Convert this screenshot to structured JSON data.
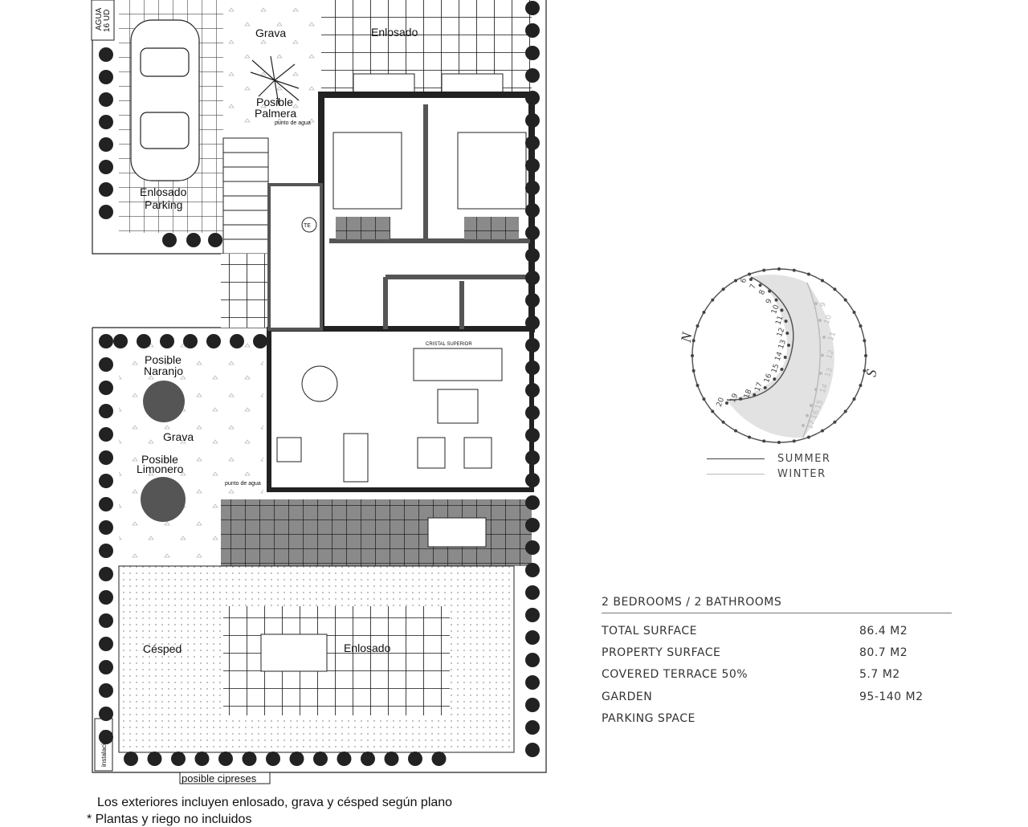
{
  "plan": {
    "labels": {
      "agua": "AGUA",
      "agua_units": "16 UD",
      "grava_top": "Grava",
      "enlosado_top": "Enlosado",
      "palm_1": "Posible",
      "palm_2": "Palmera",
      "punto_agua": "punto de agua",
      "parking_1": "Enlosado",
      "parking_2": "Parking",
      "te": "TE",
      "naranjo_1": "Posible",
      "naranjo_2": "Naranjo",
      "grava_left": "Grava",
      "limonero_1": "Posible",
      "limonero_2": "Limonero",
      "punto_agua_left": "punto de agua",
      "cristal": "CRISTAL SUPERIOR",
      "cesped": "Césped",
      "enlosado_bottom": "Enlosado",
      "instalaciones": "instalaciones",
      "cipreses": "posible cipreses"
    },
    "notes": [
      "Los exteriores incluyen enlosado, grava y césped según plano",
      "* Plantas y riego no incluidos"
    ]
  },
  "sun_diagram": {
    "north": "N",
    "south": "S",
    "summer_hours": [
      "6",
      "7",
      "8",
      "9",
      "10",
      "11",
      "12",
      "13",
      "14",
      "15",
      "16",
      "17",
      "18",
      "19",
      "20"
    ],
    "winter_hours": [
      "9",
      "10",
      "11",
      "12",
      "13",
      "14",
      "15",
      "16",
      "17"
    ],
    "legend": [
      {
        "label": "SUMMER",
        "color": "#444444"
      },
      {
        "label": "WINTER",
        "color": "#bbbbbb"
      }
    ]
  },
  "info": {
    "title": "2 BEDROOMS / 2 BATHROOMS",
    "rows": [
      {
        "label": "TOTAL SURFACE",
        "value": "86.4 M2"
      },
      {
        "label": "PROPERTY SURFACE",
        "value": "80.7 M2"
      },
      {
        "label": "COVERED TERRACE  50%",
        "value": "5.7 M2"
      },
      {
        "label": "GARDEN",
        "value": "95-140 M2"
      },
      {
        "label": "PARKING SPACE",
        "value": ""
      }
    ]
  }
}
